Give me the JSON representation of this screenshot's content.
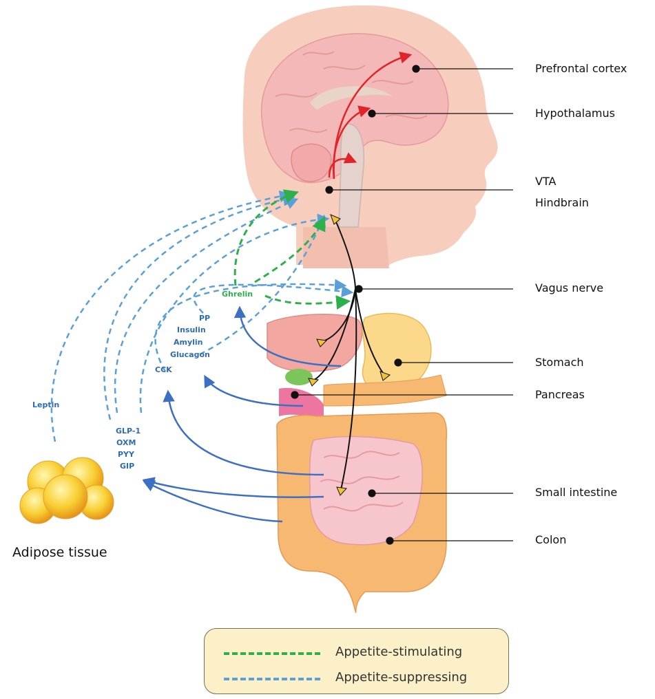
{
  "labels": {
    "prefrontal_cortex": "Prefrontal cortex",
    "hypothalamus": "Hypothalamus",
    "vta": "VTA",
    "hindbrain": "Hindbrain",
    "vagus_nerve": "Vagus nerve",
    "stomach": "Stomach",
    "pancreas": "Pancreas",
    "small_intestine": "Small intestine",
    "colon": "Colon",
    "adipose_tissue": "Adipose tissue"
  },
  "hormones": {
    "ghrelin": "Ghrelin",
    "pp": "PP",
    "insulin": "Insulin",
    "amylin": "Amylin",
    "glucagon": "Glucagon",
    "cck": "CCK",
    "leptin": "Leptin",
    "glp1": "GLP-1",
    "oxm": "OXM",
    "pyy": "PYY",
    "gip": "GIP"
  },
  "legend": {
    "stimulating": "Appetite-stimulating",
    "suppressing": "Appetite-suppressing"
  },
  "colors": {
    "stimulating": "#2bb04a",
    "suppressing": "#5a9fd8",
    "gut_signal": "#3d6fc2",
    "neural": "#e0242a",
    "skin": "#f7cdbd",
    "brain": "#f5b8b8",
    "intestine": "#f7b872"
  }
}
